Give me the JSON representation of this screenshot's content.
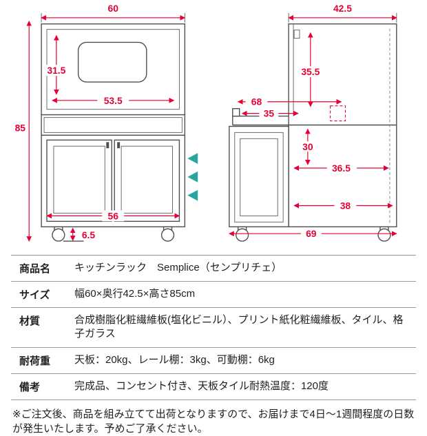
{
  "diagram": {
    "front": {
      "width_top": "60",
      "height_left": "85",
      "upper_inner_height": "31.5",
      "upper_inner_width": "53.5",
      "lower_inner_width": "56",
      "caster_height": "6.5"
    },
    "side": {
      "width_top": "42.5",
      "upper_height": "35.5",
      "rail_depth": "68",
      "slide_depth": "35",
      "mid_height": "30",
      "shelf_depth": "36.5",
      "lower_depth": "38",
      "total_depth": "69"
    }
  },
  "specs": {
    "rows": [
      {
        "label": "商品名",
        "value": "キッチンラック　Semplice（センプリチェ）"
      },
      {
        "label": "サイズ",
        "value": "幅60×奥行42.5×高さ85cm"
      },
      {
        "label": "材質",
        "value": "合成樹脂化粧繊維板(塩化ビニル）、プリント紙化粧繊維板、タイル、格子ガラス"
      },
      {
        "label": "耐荷重",
        "value": "天板：20kg、レール棚：3kg、可動棚：6kg"
      },
      {
        "label": "備考",
        "value": "完成品、コンセント付き、天板タイル耐熱温度：120度"
      }
    ],
    "footnote": "※ご注文後、商品を組み立てて出荷となりますので、お届けまで4日～1週間程度の日数が発生いたします。予めご了承ください。"
  },
  "colors": {
    "dimension": "#e60033",
    "line": "#4f4f4f",
    "accent": "#2ba5a0"
  }
}
